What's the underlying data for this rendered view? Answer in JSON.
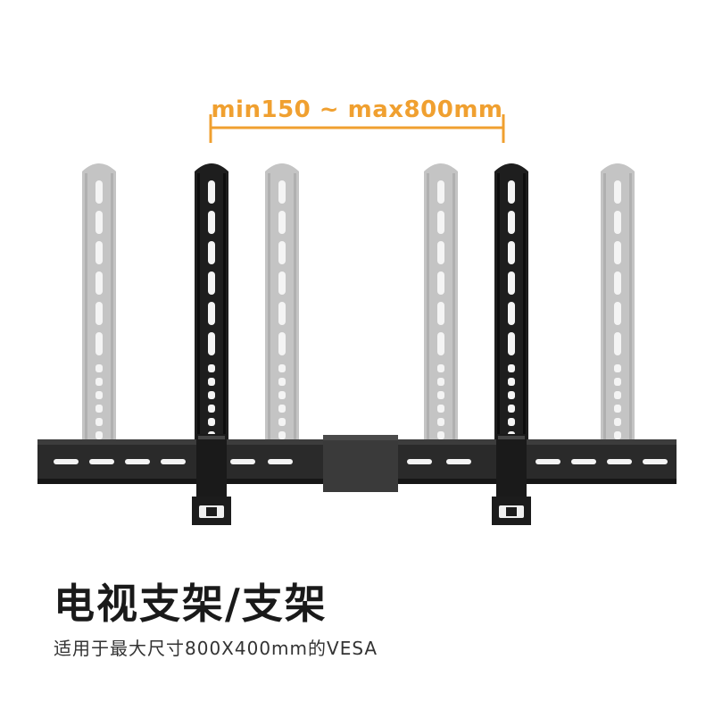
{
  "dimension": {
    "label": "min150 ~ max800mm",
    "color": "#f0a030"
  },
  "product": {
    "title": "电视支架/支架",
    "subtitle": "适用于最大尺寸800X400mm的VESA"
  },
  "colors": {
    "bracket_active": "#1e1e1e",
    "bracket_ghost": "#c4c4c4",
    "crossbar": "#2a2a2a",
    "slot": "#f4f4f4"
  }
}
